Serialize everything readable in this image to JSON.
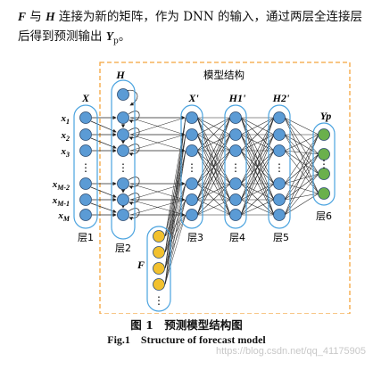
{
  "intro": {
    "f": "F",
    "t1": " 与 ",
    "h": "H",
    "t2": " 连接为新的矩阵，作为 DNN 的输入，通过两层全连接层后得到预测输出 ",
    "y": "Y",
    "ysub": "p",
    "t3": "。"
  },
  "diagram": {
    "box_title": "模型结构",
    "x_label": "X",
    "x_items": [
      "x1",
      "x2",
      "x3",
      "⋮",
      "xM-2",
      "xM-1",
      "xM"
    ],
    "h_label": "H",
    "f_label": "F",
    "xp_label": "X'",
    "h1_label": "H1'",
    "h2_label": "H2'",
    "yp_label": "Yp",
    "layers": [
      "层1",
      "层2",
      "层3",
      "层4",
      "层5",
      "层6"
    ],
    "colors": {
      "blue_node": "#5b9bd5",
      "yellow_node": "#f2c12e",
      "green_node": "#6ab04c",
      "capsule": "#4aa3df",
      "dashed_box": "#f4a43c"
    }
  },
  "caption": {
    "zh": "图 1　预测模型结构图",
    "en": "Fig.1　Structure of forecast model"
  },
  "watermark": "https://blog.csdn.net/qq_41175905"
}
